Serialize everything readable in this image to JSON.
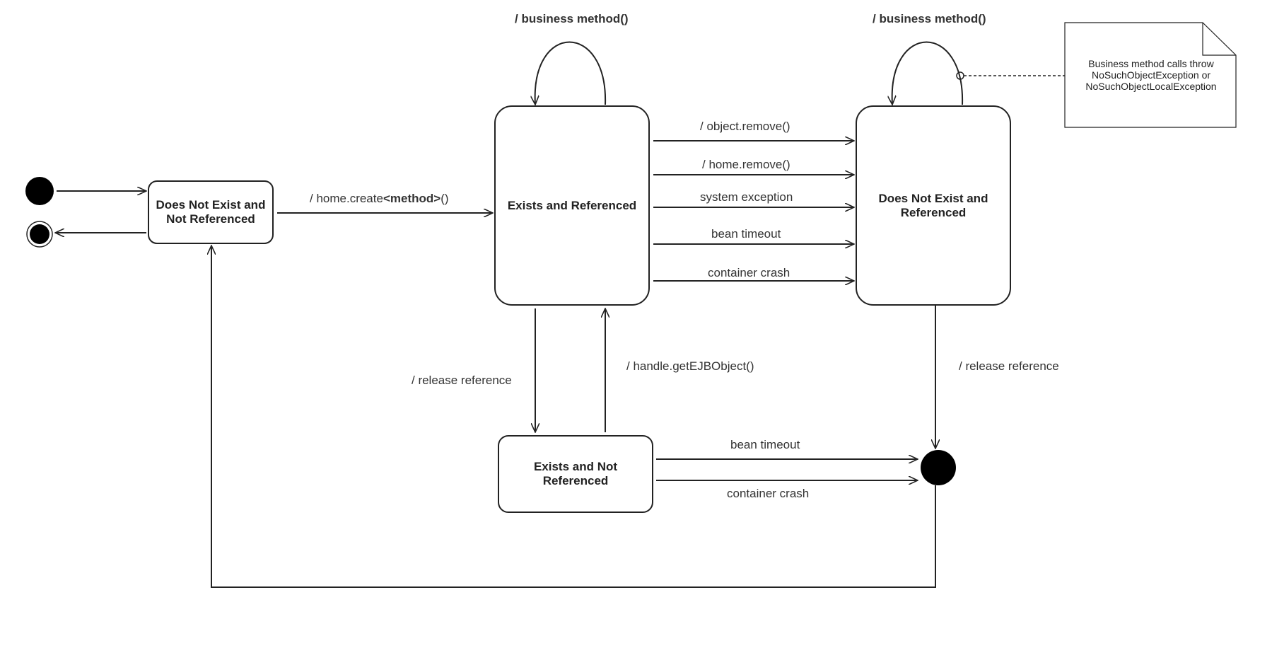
{
  "states": {
    "initial_dne": "Does Not Exist and Not Referenced",
    "exists_referenced": "Exists and Referenced",
    "dne_referenced": "Does Not Exist and Referenced",
    "exists_not_referenced": "Exists and Not Referenced"
  },
  "transitions": {
    "create_prefix": "/ home.create",
    "create_bold": "<method>",
    "create_suffix": "()",
    "self_loop_1": "/ business method()",
    "self_loop_2": "/ business method()",
    "object_remove": "/ object.remove()",
    "home_remove": "/ home.remove()",
    "system_exception": "system exception",
    "bean_timeout_1": "bean timeout",
    "container_crash_1": "container crash",
    "release_reference_1": "/ release reference",
    "get_ejb_object": "/ handle.getEJBObject()",
    "release_reference_2": "/ release reference",
    "bean_timeout_2": "bean timeout",
    "container_crash_2": "container crash"
  },
  "note": {
    "line1": "Business method calls throw",
    "line2": "NoSuchObjectException or",
    "line3": "NoSuchObjectLocalException"
  }
}
